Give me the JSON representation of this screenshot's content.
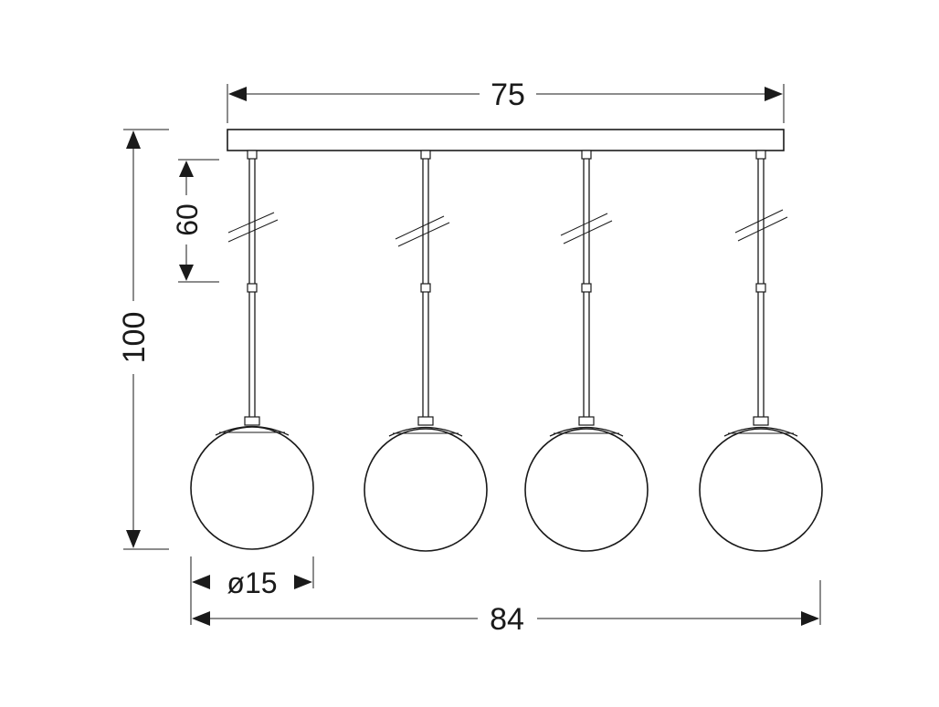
{
  "diagram": {
    "subject": "four-pendant-globe-ceiling-lamp-dimension-drawing",
    "dimensions": {
      "canopy_width": "75",
      "height_total": "100",
      "cord_adjustable": "60",
      "globe_diameter": "ø15",
      "total_width": "84"
    },
    "pendant_count": 4
  },
  "colors": {
    "line": "#1a1a1a",
    "background": "#ffffff",
    "globe_fill": "#ffffff"
  }
}
